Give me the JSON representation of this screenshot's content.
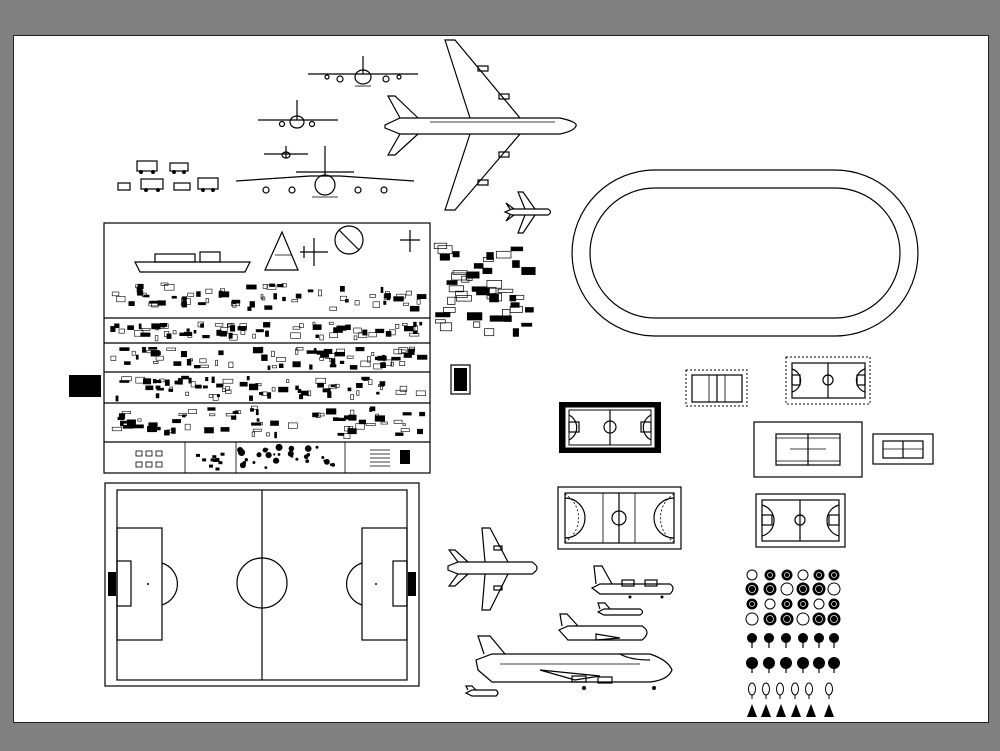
{
  "drawing": {
    "background_color": "#808080",
    "paper_color": "#ffffff",
    "line_color": "#000000"
  },
  "blocks": {
    "aircraft_top_views": 6,
    "aircraft_side_views": 5,
    "soccer_field": 1,
    "running_track": 1,
    "basketball_courts": 2,
    "handball_court": 1,
    "tennis_courts": 3,
    "volleyball_court": 1,
    "tree_symbol_rows": 5
  }
}
